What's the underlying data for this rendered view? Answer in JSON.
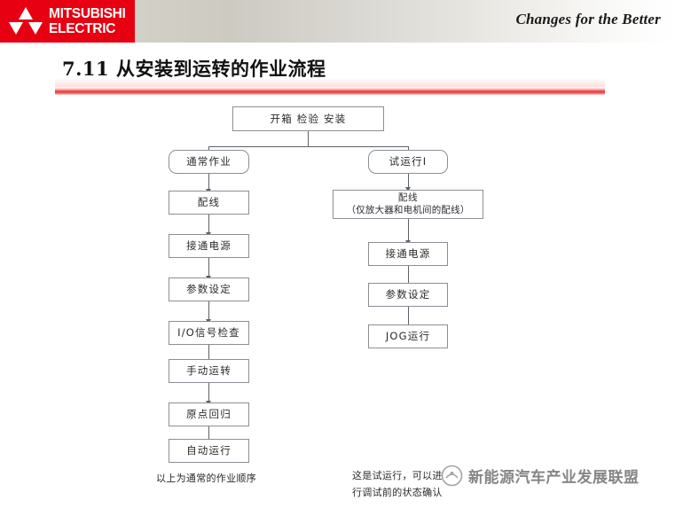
{
  "header": {
    "brand_line1": "MITSUBISHI",
    "brand_line2": "ELECTRIC",
    "brand_bg": "#e60012",
    "logo_icon": "mitsubishi-three-diamonds",
    "tagline": "Changes for the Better"
  },
  "title": {
    "text": "7.11 从安装到运转的作业流程",
    "rule_color": "#e83a3a"
  },
  "chart_data": {
    "type": "flowchart",
    "title": "7.11 从安装到运转的作业流程",
    "nodes": [
      {
        "id": "start",
        "label": "开箱 检验 安装",
        "shape": "rect",
        "column": "center"
      },
      {
        "id": "l1",
        "label": "通常作业",
        "shape": "rounded",
        "column": "left"
      },
      {
        "id": "l2",
        "label": "配线",
        "shape": "rect",
        "column": "left"
      },
      {
        "id": "l3",
        "label": "接通电源",
        "shape": "rect",
        "column": "left"
      },
      {
        "id": "l4",
        "label": "参数设定",
        "shape": "rect",
        "column": "left"
      },
      {
        "id": "l5",
        "label": "I/O信号检查",
        "shape": "rect",
        "column": "left"
      },
      {
        "id": "l6",
        "label": "手动运转",
        "shape": "rect",
        "column": "left"
      },
      {
        "id": "l7",
        "label": "原点回归",
        "shape": "rect",
        "column": "left"
      },
      {
        "id": "l8",
        "label": "自动运行",
        "shape": "rect",
        "column": "left"
      },
      {
        "id": "r1",
        "label": "试运行I",
        "shape": "rounded",
        "column": "right"
      },
      {
        "id": "r2",
        "label_line1": "配线",
        "label_line2": "（仅放大器和电机间的配线）",
        "shape": "rect",
        "column": "right"
      },
      {
        "id": "r3",
        "label": "接通电源",
        "shape": "rect",
        "column": "right"
      },
      {
        "id": "r4",
        "label": "参数设定",
        "shape": "rect",
        "column": "right"
      },
      {
        "id": "r5",
        "label": "JOG运行",
        "shape": "rect",
        "column": "right"
      }
    ],
    "edges": [
      {
        "from": "start",
        "to": "l1"
      },
      {
        "from": "start",
        "to": "r1"
      },
      {
        "from": "l1",
        "to": "l2"
      },
      {
        "from": "l2",
        "to": "l3"
      },
      {
        "from": "l3",
        "to": "l4"
      },
      {
        "from": "l4",
        "to": "l5"
      },
      {
        "from": "l5",
        "to": "l6"
      },
      {
        "from": "l6",
        "to": "l7"
      },
      {
        "from": "l7",
        "to": "l8"
      },
      {
        "from": "r1",
        "to": "r2"
      },
      {
        "from": "r2",
        "to": "r3"
      },
      {
        "from": "r3",
        "to": "r4"
      },
      {
        "from": "r4",
        "to": "r5"
      }
    ],
    "annotations": [
      {
        "id": "note-left",
        "text": "以上为通常的作业顺序"
      },
      {
        "id": "note-right",
        "line1": "这是试运行，可以进",
        "line2": "行调试前的状态确认"
      }
    ],
    "node_border_color": "#8b8f96",
    "connector_color": "#5d6168",
    "background": "#ffffff"
  },
  "watermark": {
    "text": "新能源汽车产业发展联盟",
    "logo_icon": "circular-alliance-logo"
  }
}
